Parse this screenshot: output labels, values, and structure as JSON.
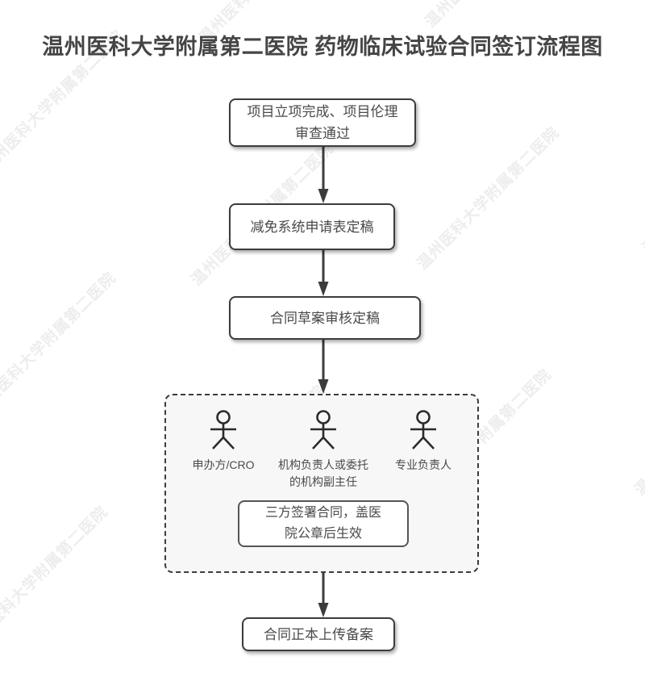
{
  "title": "温州医科大学附属第二医院 药物临床试验合同签订流程图",
  "watermark_text": "温州医科大学附属第二医院",
  "colors": {
    "background": "#ffffff",
    "title_text": "#454545",
    "node_border": "#3c3c3c",
    "node_fill": "#ffffff",
    "node_text": "#4a4a4a",
    "group_fill": "#f7f7f7",
    "connector": "#3c3c3c",
    "watermark": "#ededed"
  },
  "nodes": [
    {
      "id": "node-1",
      "label": "项目立项完成、项目伦理\n审查通过"
    },
    {
      "id": "node-2",
      "label": "减免系统申请表定稿"
    },
    {
      "id": "node-3",
      "label": "合同草案审核定稿"
    },
    {
      "id": "node-5",
      "label": "合同正本上传备案"
    }
  ],
  "group": {
    "sign_box_label": "三方签署合同，盖医\n院公章后生效",
    "actors": [
      {
        "icon": "stick-figure-icon",
        "label": "申办方/CRO"
      },
      {
        "icon": "stick-figure-icon",
        "label": "机构负责人或委托\n的机构副主任"
      },
      {
        "icon": "stick-figure-icon",
        "label": "专业负责人"
      }
    ]
  },
  "connectors": [
    {
      "id": "arrow-1",
      "from": "node-1",
      "to": "node-2",
      "direction": "down"
    },
    {
      "id": "arrow-2",
      "from": "node-2",
      "to": "node-3",
      "direction": "down"
    },
    {
      "id": "arrow-3",
      "from": "node-3",
      "to": "group-box",
      "direction": "down"
    },
    {
      "id": "arrow-4",
      "from": "group-box",
      "to": "node-5",
      "direction": "down"
    }
  ]
}
